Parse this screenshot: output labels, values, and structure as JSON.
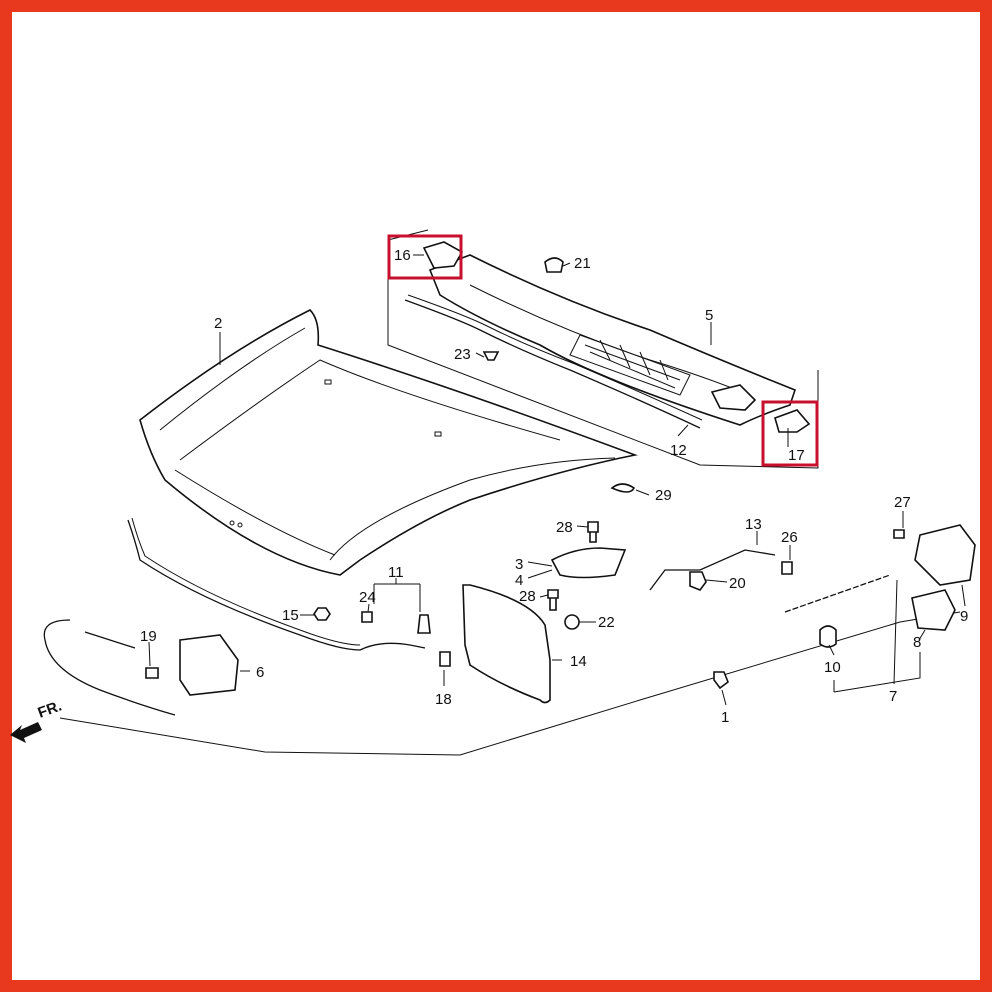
{
  "frame_color": "#e8391f",
  "highlight_color": "#c8102e",
  "direction_label": "FR.",
  "callouts": {
    "c1": "1",
    "c2": "2",
    "c3": "3",
    "c4": "4",
    "c5": "5",
    "c6": "6",
    "c7": "7",
    "c8": "8",
    "c9": "9",
    "c10": "10",
    "c11": "11",
    "c12": "12",
    "c13": "13",
    "c14": "14",
    "c15": "15",
    "c16": "16",
    "c17": "17",
    "c18": "18",
    "c19": "19",
    "c20": "20",
    "c21": "21",
    "c22": "22",
    "c23": "23",
    "c24": "24",
    "c26": "26",
    "c27": "27",
    "c28a": "28",
    "c28b": "28",
    "c29": "29"
  }
}
